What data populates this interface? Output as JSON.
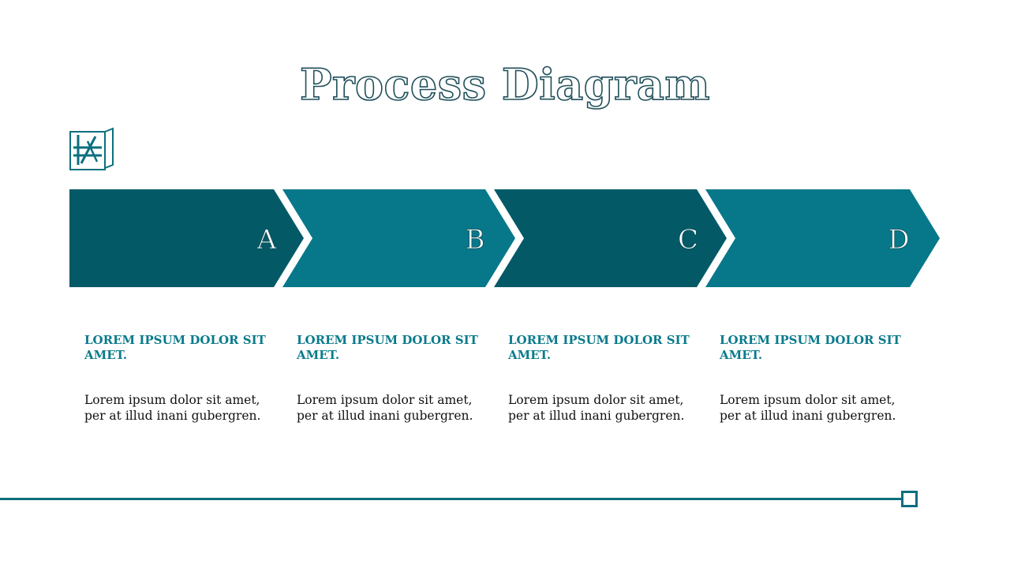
{
  "title": "Process Diagram",
  "colors": {
    "dark_teal": "#035a66",
    "light_teal": "#06788a",
    "heading": "#0a7b8c",
    "line": "#0b6f7e"
  },
  "logo_icon": "blueprint-ruler-icon",
  "steps": [
    {
      "letter": "A",
      "heading": "LOREM IPSUM DOLOR SIT AMET.",
      "body": "Lorem ipsum dolor sit amet, per at illud inani gubergren.",
      "color": "#035a66"
    },
    {
      "letter": "B",
      "heading": "LOREM IPSUM DOLOR SIT AMET.",
      "body": "Lorem ipsum dolor sit amet, per at illud inani gubergren.",
      "color": "#06788a"
    },
    {
      "letter": "C",
      "heading": "LOREM IPSUM DOLOR SIT AMET.",
      "body": "Lorem ipsum dolor sit amet, per at illud inani gubergren.",
      "color": "#035a66"
    },
    {
      "letter": "D",
      "heading": "LOREM IPSUM DOLOR SIT AMET.",
      "body": "Lorem ipsum dolor sit amet, per at illud inani gubergren.",
      "color": "#06788a"
    }
  ]
}
